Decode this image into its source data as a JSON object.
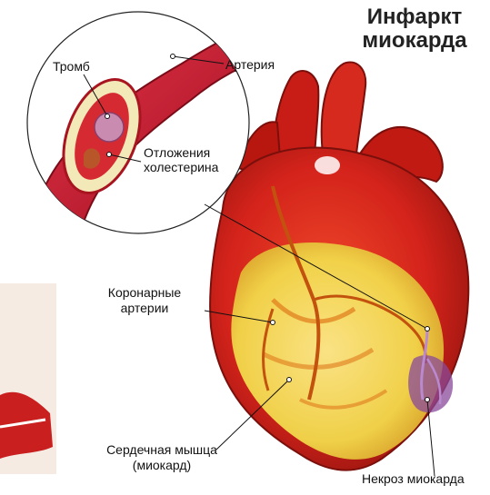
{
  "title": {
    "line1": "Инфаркт",
    "line2": "миокарда"
  },
  "labels": {
    "artery": "Артерия",
    "thrombus": "Тромб",
    "deposits_line1": "Отложения",
    "deposits_line2": "холестерина",
    "coronary_line1": "Коронарные",
    "coronary_line2": "артерии",
    "muscle_line1": "Сердечная мышца",
    "muscle_line2": "(миокард)",
    "necrosis": "Некроз миокарда"
  },
  "colors": {
    "heart_red": "#d4231b",
    "heart_dark": "#8e130d",
    "myocardium_yellow": "#f2d94a",
    "necrosis_purple": "#8a4a9a",
    "artery_wall": "#c0182a",
    "cholesterol": "#f3e9b8",
    "thrombus": "#c98bb0"
  }
}
